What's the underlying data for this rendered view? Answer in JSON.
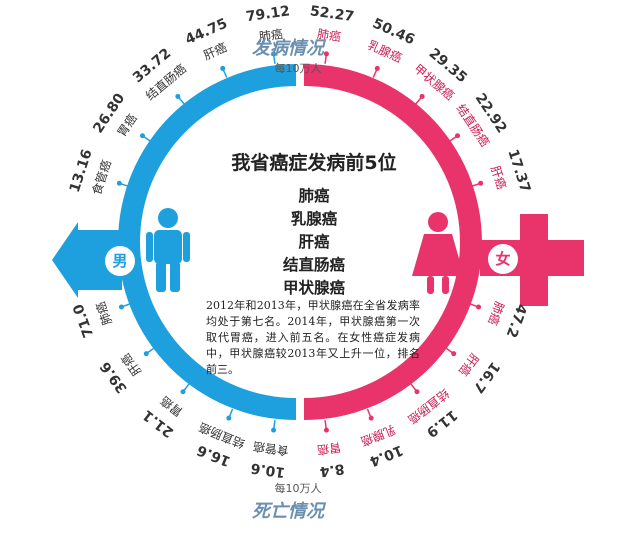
{
  "header": {
    "incidence_label": "发病情况",
    "death_label": "死亡情况",
    "unit_top": "每10万人",
    "unit_bottom": "每10万人"
  },
  "center": {
    "title": "我省癌症发病前5位",
    "top5": [
      "肺癌",
      "乳腺癌",
      "肝癌",
      "结直肠癌",
      "甲状腺癌"
    ],
    "note": "2012年和2013年，甲状腺癌在全省发病率均处于第七名。2014年，甲状腺癌第一次取代胃癌，进入前五名。在女性癌症发病中，甲状腺癌较2013年又上升一位，排名前三。"
  },
  "gender": {
    "male": "男",
    "female": "女"
  },
  "colors": {
    "male": "#1ea0de",
    "female": "#e8336b",
    "text_dark": "#333333"
  },
  "icons": {
    "male": "male-figure-icon",
    "female": "female-figure-icon",
    "arrow": "left-arrow-icon",
    "cross": "cross-icon"
  },
  "male_incidence": [
    {
      "name": "肺癌",
      "value": "79.12"
    },
    {
      "name": "肝癌",
      "value": "44.75"
    },
    {
      "name": "结直肠癌",
      "value": "33.72"
    },
    {
      "name": "胃癌",
      "value": "26.80"
    },
    {
      "name": "食管癌",
      "value": "13.16"
    }
  ],
  "female_incidence": [
    {
      "name": "肺癌",
      "value": "52.27"
    },
    {
      "name": "乳腺癌",
      "value": "50.46"
    },
    {
      "name": "甲状腺癌",
      "value": "29.35"
    },
    {
      "name": "结直肠癌",
      "value": "22.92"
    },
    {
      "name": "肝癌",
      "value": "17.37"
    }
  ],
  "male_death": [
    {
      "name": "肺癌",
      "value": "71.0"
    },
    {
      "name": "肝癌",
      "value": "39.6"
    },
    {
      "name": "胃癌",
      "value": "21.1"
    },
    {
      "name": "结直肠癌",
      "value": "16.6"
    },
    {
      "name": "食管癌",
      "value": "10.6"
    }
  ],
  "female_death": [
    {
      "name": "肺癌",
      "value": "47.2"
    },
    {
      "name": "肝癌",
      "value": "16.7"
    },
    {
      "name": "结直肠癌",
      "value": "11.9"
    },
    {
      "name": "乳腺癌",
      "value": "10.4"
    },
    {
      "name": "胃癌",
      "value": "8.4"
    }
  ]
}
